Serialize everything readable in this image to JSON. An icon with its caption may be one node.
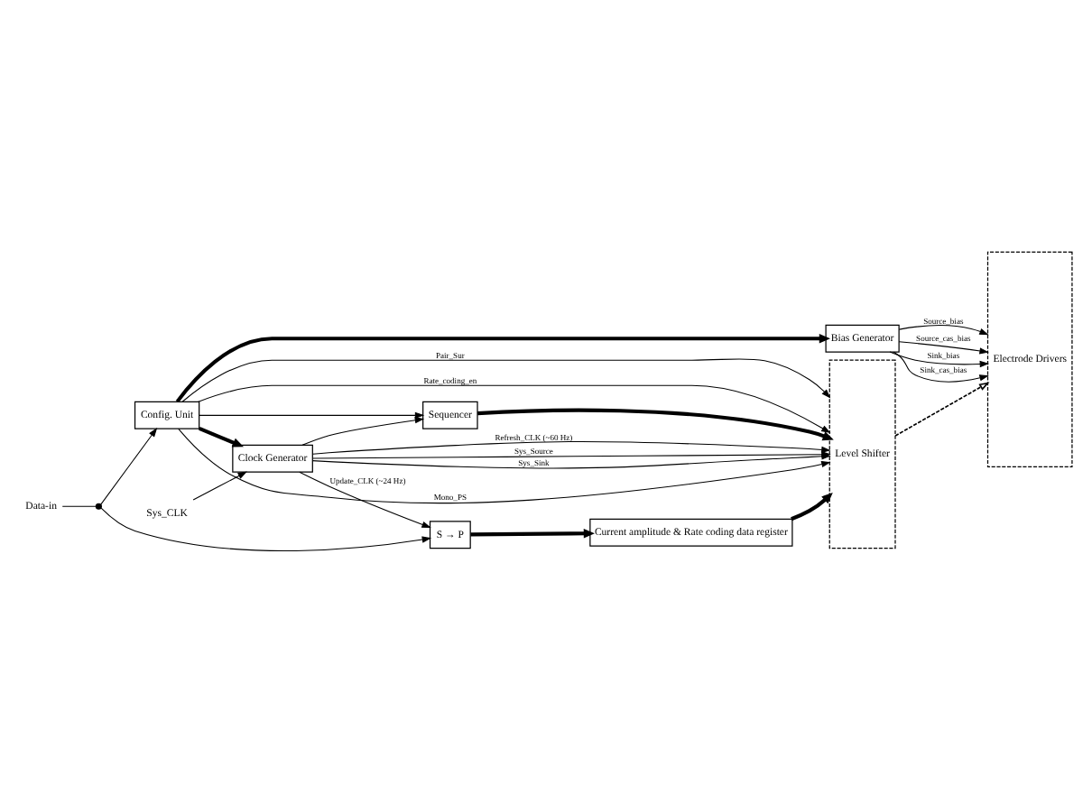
{
  "diagram": {
    "nodes": [
      {
        "text": [
          "Data-in"
        ]
      },
      {
        "text": [],
        "shape": "switch"
      },
      {
        "text": [
          "S → P"
        ]
      },
      {
        "text": [
          "Current amplitude & Rate coding data register"
        ]
      },
      {
        "text": [
          "Level Shifter"
        ]
      },
      {
        "text": [
          "Electrode Drivers"
        ]
      },
      {
        "text": [
          "Sys_CLK"
        ]
      },
      {
        "text": [
          "Clock Generator"
        ]
      },
      {
        "text": [
          "Config. Unit"
        ]
      },
      {
        "text": [
          "Sequencer"
        ]
      },
      {
        "text": [
          "Bias Generator"
        ]
      }
    ],
    "edges": [
      {
        "from": 0,
        "to": 1,
        "arrow": "none"
      },
      {
        "from": 1,
        "to": 2,
        "arrow": "to"
      },
      {
        "from": 1,
        "to": 8,
        "arrow": "to"
      },
      {
        "from": 2,
        "to": 3,
        "arrow": "to",
        "style": "thick"
      },
      {
        "from": 3,
        "to": 4,
        "arrow": "to",
        "style": "thick"
      },
      {
        "from": 6,
        "to": 7,
        "arrow": "to"
      },
      {
        "from": 7,
        "to": 2,
        "arrow": "to",
        "label": "Update_CLK (~24 Hz)"
      },
      {
        "from": 7,
        "to": 4,
        "arrow": "to",
        "label": "Sys_Source"
      },
      {
        "from": 7,
        "to": 4,
        "arrow": "to",
        "label": "Sys_Sink"
      },
      {
        "from": 7,
        "to": 4,
        "arrow": "to",
        "label": "Refresh_CLK (~60 Hz)"
      },
      {
        "from": 7,
        "to": 9,
        "arrow": "to"
      },
      {
        "from": 8,
        "to": 7,
        "arrow": "to",
        "style": "thick"
      },
      {
        "from": 8,
        "to": 9,
        "arrow": "to"
      },
      {
        "from": 9,
        "to": 4,
        "arrow": "to",
        "style": "thick"
      },
      {
        "from": 8,
        "to": 4,
        "arrow": "to",
        "label": "Mono_PS"
      },
      {
        "from": 8,
        "to": 4,
        "arrow": "to",
        "label": "Pair_Sur"
      },
      {
        "from": 8,
        "to": 4,
        "arrow": "to",
        "label": "Rate_coding_en"
      },
      {
        "from": 8,
        "to": 10,
        "arrow": "to",
        "style": "thick"
      },
      {
        "from": 10,
        "to": 5,
        "arrow": "to",
        "label": "Source_bias"
      },
      {
        "from": 10,
        "to": 5,
        "arrow": "to",
        "label": "Source_cas_bias"
      },
      {
        "from": 10,
        "to": 5,
        "arrow": "to",
        "label": "Sink_bias"
      },
      {
        "from": 10,
        "to": 5,
        "arrow": "to",
        "label": "Sink_cas_bias"
      },
      {
        "from": 4,
        "to": 5,
        "arrow": "to",
        "style": "dashed"
      }
    ]
  }
}
